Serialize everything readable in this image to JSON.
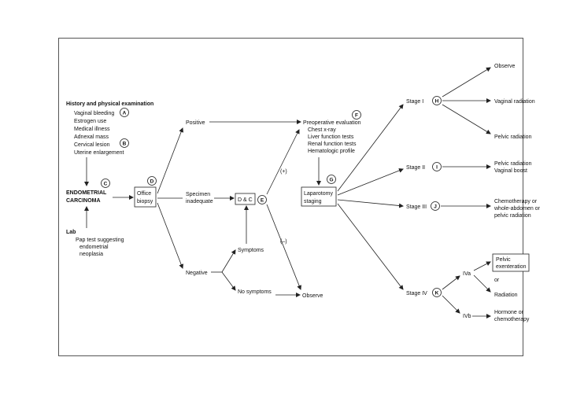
{
  "history": {
    "title": "History and physical examination",
    "items": [
      "Vaginal bleeding",
      "Estrogen use",
      "Medical illness",
      "Adnexal mass",
      "Cervical lesion",
      "Uterine enlargement"
    ]
  },
  "main": {
    "endometrial_line1": "ENDOMETRIAL",
    "endometrial_line2": "CARCINOMA",
    "lab_title": "Lab",
    "lab_lines": [
      "Pap test suggesting",
      "endometrial",
      "neoplasia"
    ],
    "office_line1": "Office",
    "office_line2": "biopsy",
    "positive": "Positive",
    "specimen_line1": "Specimen",
    "specimen_line2": "inadequate",
    "negative": "Negative",
    "dc": "D & C",
    "symptoms": "Symptoms",
    "no_symptoms": "No symptoms",
    "observe_mid": "Observe",
    "plus": "(+)",
    "minus": "(–)",
    "preop_title": "Preoperative evaluation",
    "preop_items": [
      "Chest x-ray",
      "Liver function tests",
      "Renal function tests",
      "Hematologic profile"
    ],
    "lap_line1": "Laparotomy",
    "lap_line2": "staging"
  },
  "stages": {
    "stage1": "Stage I",
    "stage2": "Stage II",
    "stage3": "Stage III",
    "stage4": "Stage IV",
    "observe": "Observe",
    "vaginal_radiation": "Vaginal radiation",
    "pelvic_radiation": "Pelvic radiation",
    "s2_line1": "Pelvic radiation",
    "s2_line2": "Vaginal boost",
    "s3_lines": [
      "Chemotherapy or",
      "whole-abdomen or",
      "pelvic radiation"
    ],
    "iva": "IVa",
    "ivb": "IVb",
    "pelvic_ex_line1": "Pelvic",
    "pelvic_ex_line2": "exenteration",
    "or": "or",
    "radiation": "Radiation",
    "hormone_line1": "Hormone or",
    "hormone_line2": "chemotherapy"
  },
  "markers": [
    "A",
    "B",
    "C",
    "D",
    "E",
    "F",
    "G",
    "H",
    "I",
    "J",
    "K"
  ]
}
